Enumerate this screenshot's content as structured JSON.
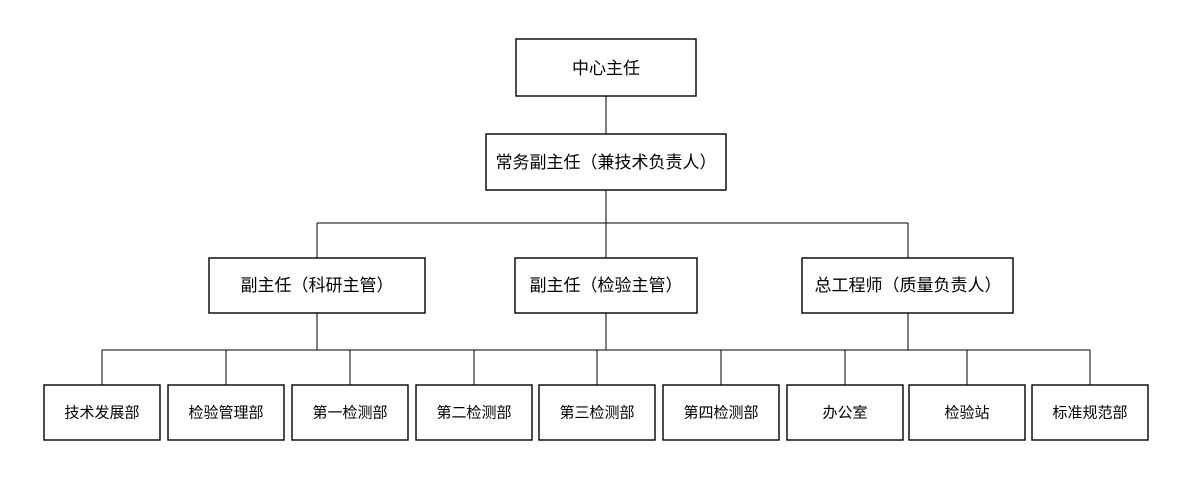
{
  "diagram": {
    "type": "organization-chart",
    "title": "",
    "background_color": "#ffffff",
    "line_color": "#000000",
    "box_fill": "#ffffff",
    "text_color": "#000000",
    "levels": [
      {
        "level": 1,
        "nodes": [
          {
            "id": "n1",
            "label": "中心主任"
          }
        ]
      },
      {
        "level": 2,
        "nodes": [
          {
            "id": "n2",
            "label": "常务副主任（兼技术负责人）"
          }
        ]
      },
      {
        "level": 3,
        "nodes": [
          {
            "id": "n3a",
            "label": "副主任（科研主管）"
          },
          {
            "id": "n3b",
            "label": "副主任（检验主管）"
          },
          {
            "id": "n3c",
            "label": "总工程师（质量负责人）"
          }
        ]
      },
      {
        "level": 4,
        "nodes": [
          {
            "id": "n4a",
            "label": "技术发展部"
          },
          {
            "id": "n4b",
            "label": "检验管理部"
          },
          {
            "id": "n4c",
            "label": "第一检测部"
          },
          {
            "id": "n4d",
            "label": "第二检测部"
          },
          {
            "id": "n4e",
            "label": "第三检测部"
          },
          {
            "id": "n4f",
            "label": "第四检测部"
          },
          {
            "id": "n4g",
            "label": "办公室"
          },
          {
            "id": "n4h",
            "label": "检验站"
          },
          {
            "id": "n4i",
            "label": "标准规范部"
          }
        ]
      }
    ]
  }
}
